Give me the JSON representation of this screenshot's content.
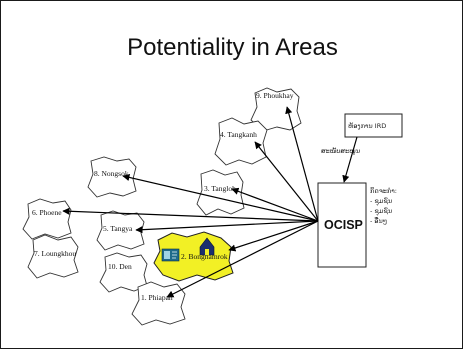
{
  "slide": {
    "title": "Potentiality in Areas",
    "hub": {
      "label": "OCISP"
    },
    "source_box": {
      "label": "ຫ້ອງການ IRD",
      "arrow_label": "ສະໜັບສະໜູນ"
    },
    "hub_notes": [
      "ກິດຈະກຳ:",
      "- ຊຸມຊົນ",
      "- ຊຸມຊົນ",
      "- ອື່ນໆ"
    ],
    "areas": [
      {
        "label": "1. Phiapan"
      },
      {
        "label": "2. Bongnamrok"
      },
      {
        "label": "3. Tangloh"
      },
      {
        "label": "4. Tangkanh"
      },
      {
        "label": "5. Tangya"
      },
      {
        "label": "6. Phoene"
      },
      {
        "label": "7. Loungkhou"
      },
      {
        "label": "8. Nongsok"
      },
      {
        "label": "9. Phoukhay"
      },
      {
        "label": "10. Den"
      }
    ],
    "colors": {
      "highlight": "#f2f025",
      "house": "#1c2f6e",
      "card": "#1e6a8a"
    }
  }
}
